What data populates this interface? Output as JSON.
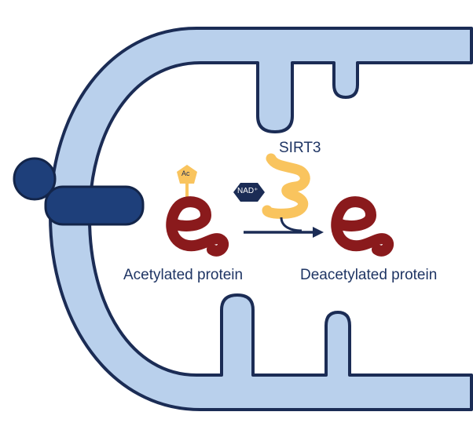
{
  "diagram": {
    "enzyme_label": "SIRT3",
    "cofactor_label": "NAD⁺",
    "acetyl_group_label": "Ac",
    "substrate_label": "Acetylated protein",
    "product_label": "Deacetylated protein"
  },
  "colors": {
    "membrane_fill": "#b9d0ec",
    "membrane_stroke": "#1b2c55",
    "transporter": "#1e3f7a",
    "protein": "#8a1a1c",
    "sirt3": "#f9c45e",
    "text": "#1f3564"
  }
}
